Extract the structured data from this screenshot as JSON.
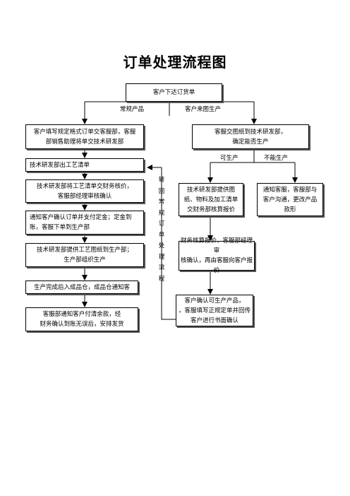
{
  "title": "订单处理流程图",
  "top_box": "客户下达订货单",
  "branch_left": "常规产品",
  "branch_right": "客户来图生产",
  "left": {
    "b1_l1": "客户填写规定格式订单交客服部，客服",
    "b1_l2": "部销售助理将单交技术研发部",
    "b2": "技术研发部出工艺清单",
    "b3_l1": "技术研发部将工艺清单交财务核价，",
    "b3_l2": "客服部经理审核确认",
    "b4_l1": "通知客户确认订单并支付定金；定金到",
    "b4_l2": "账，客服下单到生产部",
    "b5_l1": "技术研发部提供工艺图纸到生产部；",
    "b5_l2": "生产部组织生产",
    "b6": "生产完成后入成品仓，成品仓通知客",
    "b7_l1": "客服部通知客户付清余款，经",
    "b7_l2": "财务确认到账无误后，安排发货"
  },
  "right": {
    "r1_l1": "客服交图纸到技术研发部，",
    "r1_l2": "确定能否生产",
    "can": "可生产",
    "cannot": "不能生产",
    "r2_l1": "技术研发部提供图",
    "r2_l2": "纸、物料及加工清单",
    "r2_l3": "交财务部核算报价",
    "r3_l1": "通知客服，客服部与",
    "r3_l2": "客户沟通，更改产品",
    "r3_l3": "款形",
    "r4_l1": "财务核算报价，客服部经理审",
    "r4_l2": "核确认，再由客服向客户报价",
    "r5_l1": "客户确认可生产产品，",
    "r5_l2": "，客服填写正规定单并回传",
    "r5_l3": "客户进行书面确认"
  },
  "vertical_label": [
    "转",
    "回",
    "常",
    "规",
    "订",
    "单",
    "处",
    "理",
    "流",
    "程"
  ]
}
